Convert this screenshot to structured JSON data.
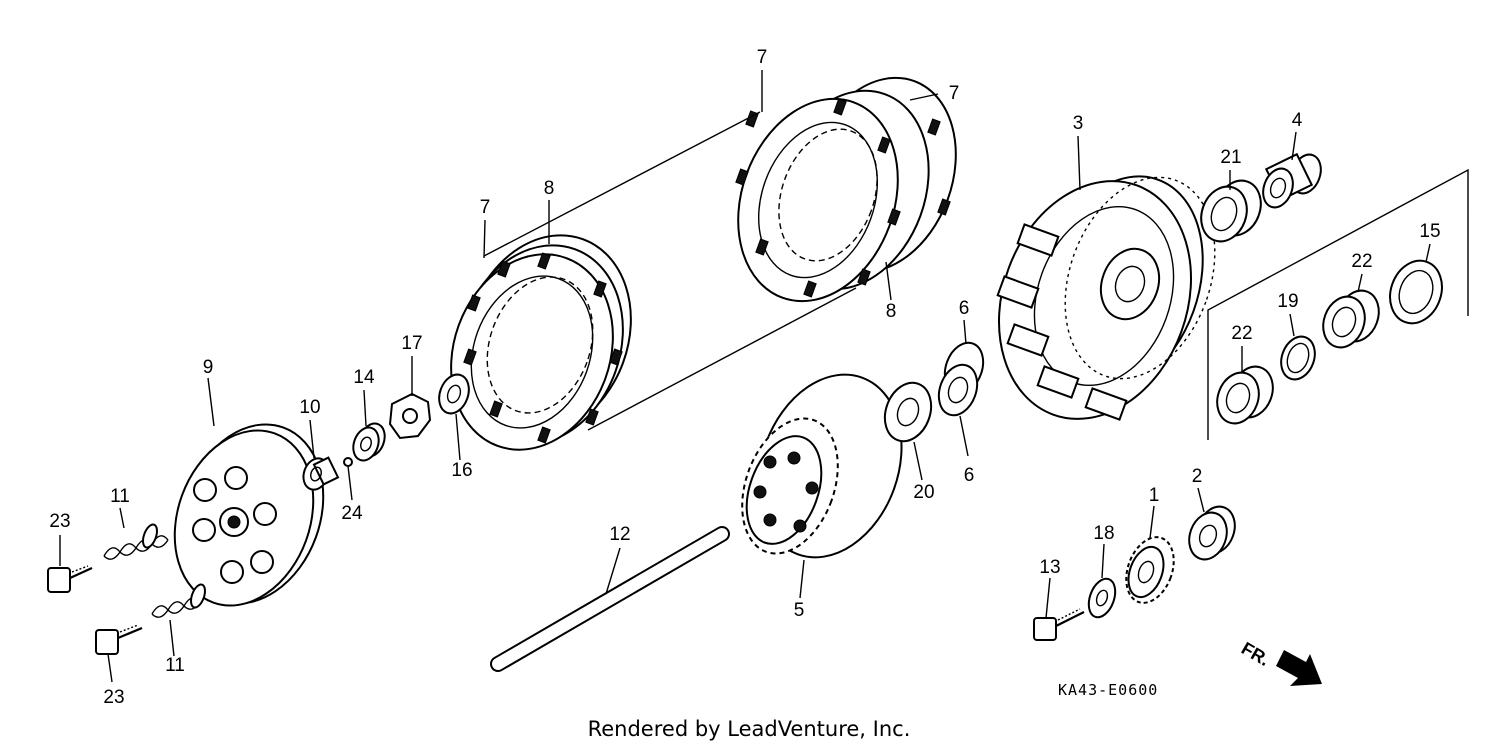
{
  "diagram": {
    "drawing_code": "KA43-E0600",
    "credit": "Rendered by LeadVenture, Inc.",
    "direction_marker": "FR.",
    "callouts": [
      {
        "id": "c7a",
        "label": "7"
      },
      {
        "id": "c7b",
        "label": "7"
      },
      {
        "id": "c7c",
        "label": "7"
      },
      {
        "id": "c8a",
        "label": "8"
      },
      {
        "id": "c8b",
        "label": "8"
      },
      {
        "id": "c3",
        "label": "3"
      },
      {
        "id": "c4",
        "label": "4"
      },
      {
        "id": "c21",
        "label": "21"
      },
      {
        "id": "c15",
        "label": "15"
      },
      {
        "id": "c22a",
        "label": "22"
      },
      {
        "id": "c22b",
        "label": "22"
      },
      {
        "id": "c19",
        "label": "19"
      },
      {
        "id": "c6a",
        "label": "6"
      },
      {
        "id": "c6b",
        "label": "6"
      },
      {
        "id": "c20",
        "label": "20"
      },
      {
        "id": "c9",
        "label": "9"
      },
      {
        "id": "c10",
        "label": "10"
      },
      {
        "id": "c14",
        "label": "14"
      },
      {
        "id": "c17",
        "label": "17"
      },
      {
        "id": "c16",
        "label": "16"
      },
      {
        "id": "c24",
        "label": "24"
      },
      {
        "id": "c11a",
        "label": "11"
      },
      {
        "id": "c11b",
        "label": "11"
      },
      {
        "id": "c23a",
        "label": "23"
      },
      {
        "id": "c23b",
        "label": "23"
      },
      {
        "id": "c12",
        "label": "12"
      },
      {
        "id": "c5",
        "label": "5"
      },
      {
        "id": "c1",
        "label": "1"
      },
      {
        "id": "c2",
        "label": "2"
      },
      {
        "id": "c18",
        "label": "18"
      },
      {
        "id": "c13",
        "label": "13"
      }
    ]
  }
}
